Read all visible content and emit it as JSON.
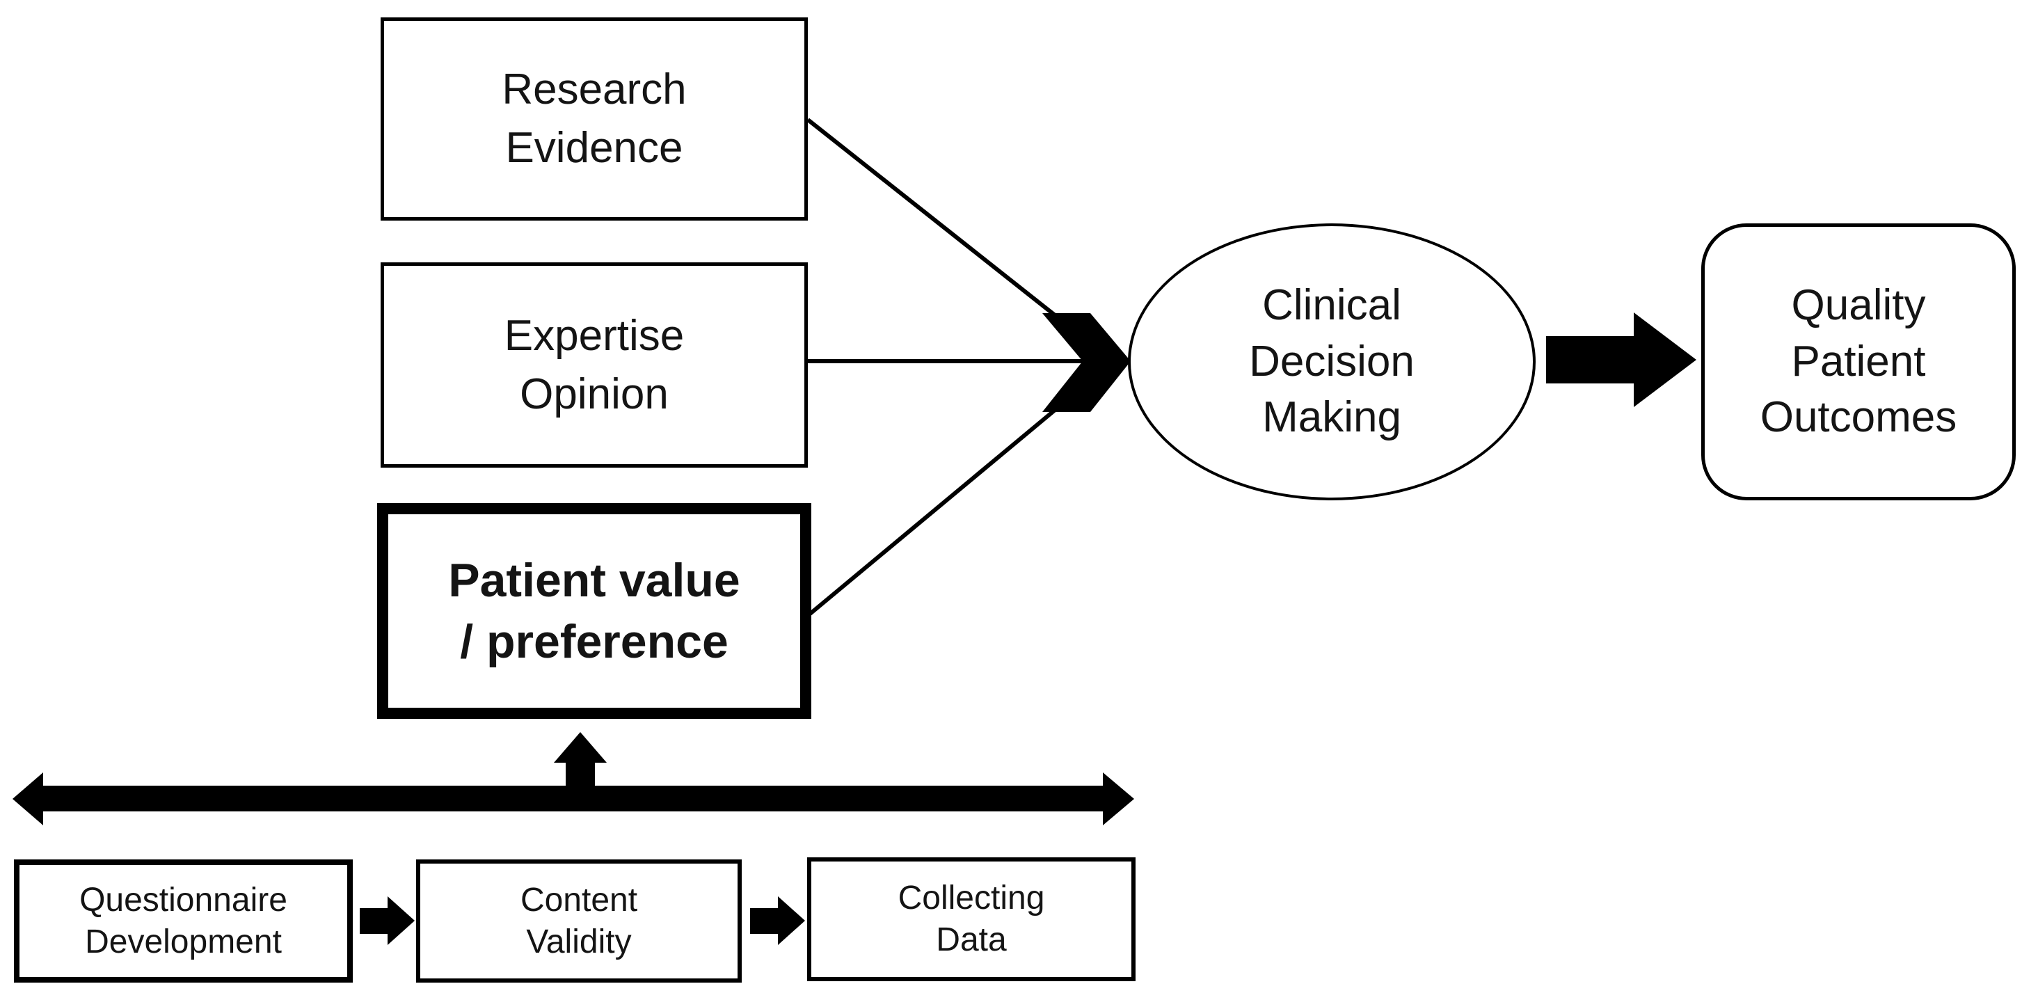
{
  "diagram": {
    "nodes": {
      "research_evidence": {
        "label": "Research\nEvidence"
      },
      "expertise_opinion": {
        "label": "Expertise\nOpinion"
      },
      "patient_value": {
        "label": "Patient value\n/ preference"
      },
      "clinical_decision_making": {
        "label": "Clinical\nDecision\nMaking"
      },
      "quality_patient_outcomes": {
        "label": "Quality\nPatient\nOutcomes"
      },
      "questionnaire_development": {
        "label": "Questionnaire\nDevelopment"
      },
      "content_validity": {
        "label": "Content\nValidity"
      },
      "collecting_data": {
        "label": "Collecting\nData"
      }
    },
    "colors": {
      "line": "#000000",
      "text": "#141414",
      "background": "#ffffff"
    }
  }
}
